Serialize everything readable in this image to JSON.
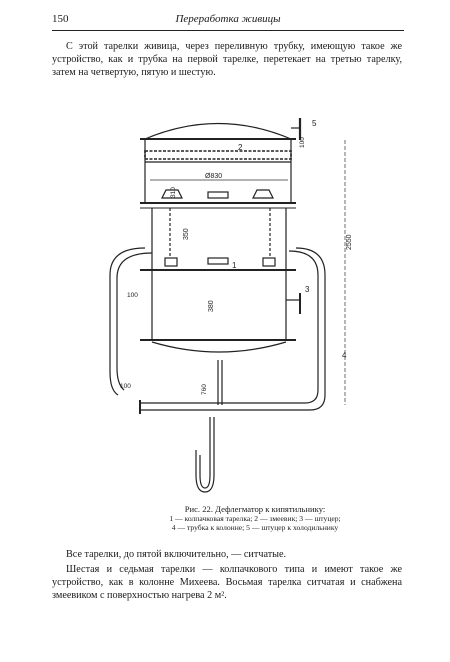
{
  "header": {
    "page_number": "150",
    "title": "Переработка живицы"
  },
  "text": {
    "intro": "С этой тарелки живица, через переливную трубку, имеющую такое же устройство, как и трубка на первой тарелке, перетекает на третью тарелку, затем на четвертую, пятую и шестую.",
    "after_figure": "Все тарелки, до пятой включительно, — ситчатые.",
    "final": "Шестая и седьмая тарелки — колпачкового типа и имеют такое же устройство, как в колонне Михеева. Восьмая тарелка ситчатая и снабжена змеевиком с поверхностью нагрева 2 м²."
  },
  "figure": {
    "caption_line1": "Рис. 22. Дефлегматор к кипятильнику:",
    "caption_line2": "1 — колпачковая тарелка; 2 — змеевик; 3 — штуцер;",
    "caption_line3": "4 — трубка к колонне; 5 — штуцер к холодильнику",
    "callouts": {
      "n1": "1",
      "n2": "2",
      "n3": "3",
      "n4": "4",
      "n5": "5"
    },
    "dims": {
      "d_outer": "Ø830",
      "h_top": "310",
      "h_mid": "350",
      "h_low": "380",
      "h_total": "2550",
      "d_pipe1": "100",
      "d_pipe2": "100",
      "d_pipe3": "100",
      "h_bottom": "760"
    }
  }
}
